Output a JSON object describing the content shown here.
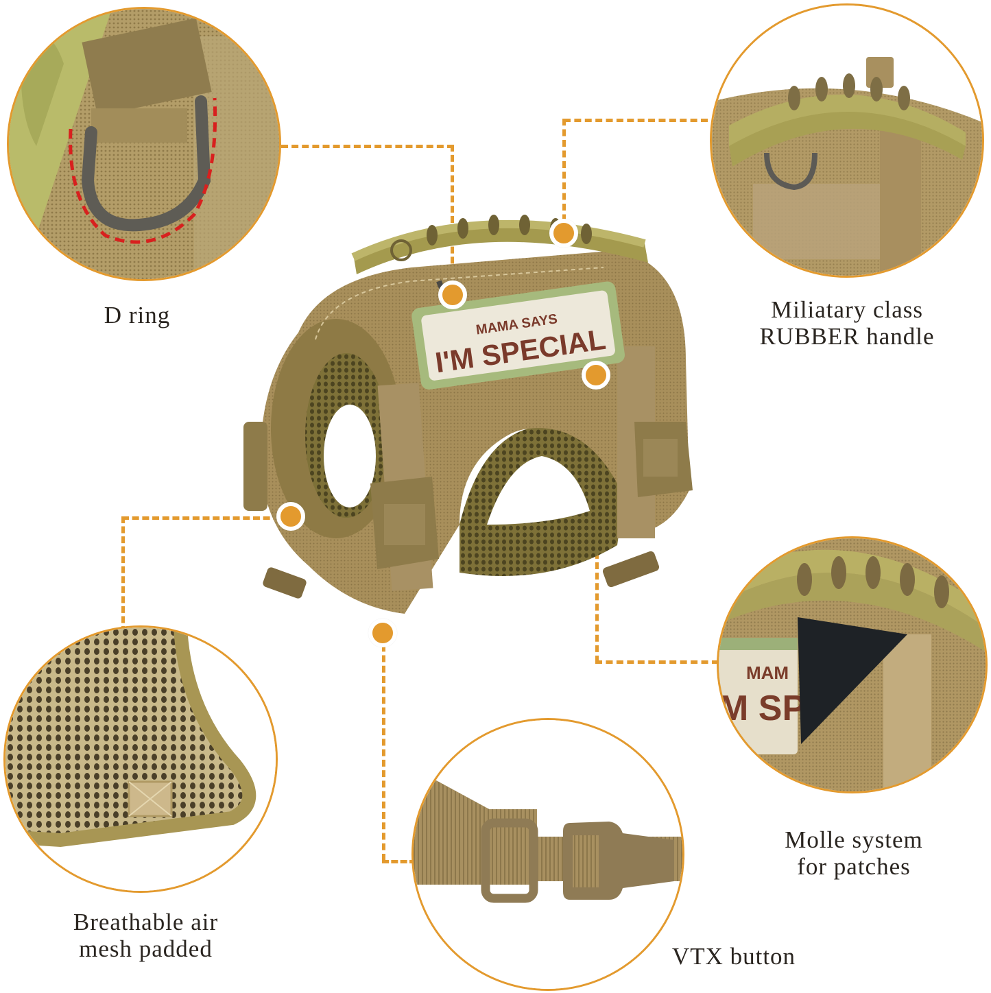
{
  "infographic": {
    "accent_color": "#E39A2E",
    "harness_color": "#A8915C",
    "patch": {
      "line1": "MAMA SAYS",
      "line2": "I'M SPECIAL"
    },
    "features": [
      {
        "id": "d-ring",
        "label": "D  ring",
        "icon": "d-ring-closeup"
      },
      {
        "id": "rubber-handle",
        "label": "Miliatary class\nRUBBER handle",
        "icon": "rubber-handle-closeup"
      },
      {
        "id": "molle",
        "label": "Molle system\nfor patches",
        "icon": "velcro-patch-closeup"
      },
      {
        "id": "air-mesh",
        "label": "Breathable air\nmesh padded",
        "icon": "mesh-padding-closeup"
      },
      {
        "id": "vtx-button",
        "label": "VTX button",
        "icon": "buckle-closeup"
      }
    ],
    "molle_patch_fragment": {
      "line1": "MAM",
      "line2": "M SP"
    }
  }
}
